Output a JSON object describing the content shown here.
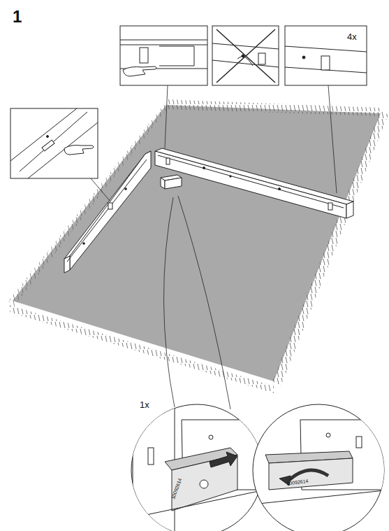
{
  "diagram": {
    "labels": [
      "1",
      "4x",
      "1x",
      "10092614",
      "10092614"
    ]
  }
}
